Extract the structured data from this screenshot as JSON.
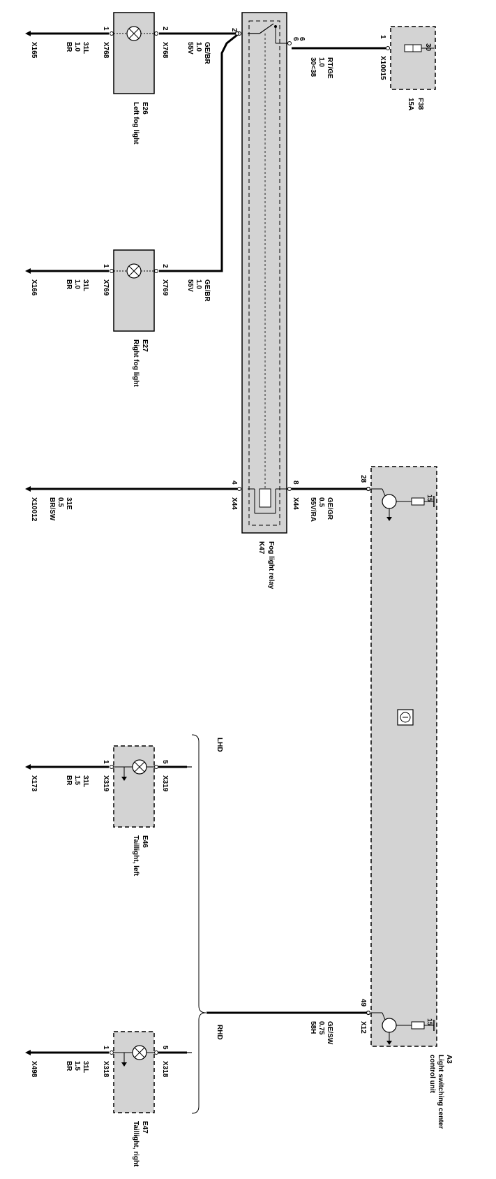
{
  "relay_k47": {
    "code": "K47",
    "name": "Fog light relay",
    "pin_2": "2",
    "pin_6": "6",
    "pin_4": "4",
    "pin_8": "8",
    "conn_upper": "X44",
    "conn_lower": "X44"
  },
  "fuse_f38": {
    "code": "F38",
    "rating": "15A",
    "terminal": "30",
    "pin": "1",
    "connector": "X10015"
  },
  "lamp_e26": {
    "code": "E26",
    "name": "Left fog light",
    "pin_1": "1",
    "pin_2": "2",
    "conn_pin1": "X768",
    "conn_pin2": "X768",
    "ground": "X165",
    "gnd_circuit": "31L",
    "gnd_size": "1.0",
    "gnd_color": "BR",
    "feed_circuit": "55V",
    "feed_size": "1.0",
    "feed_color": "GE/BR"
  },
  "lamp_e27": {
    "code": "E27",
    "name": "Right fog light",
    "pin_1": "1",
    "pin_2": "2",
    "conn_pin1": "X769",
    "conn_pin2": "X769",
    "ground": "X166",
    "gnd_circuit": "31L",
    "gnd_size": "1.0",
    "gnd_color": "BR",
    "feed_circuit": "55V",
    "feed_size": "1.0",
    "feed_color": "GE/BR"
  },
  "wire_fuse": {
    "circuit": "30<38",
    "size": "1.0",
    "color": "RT/GE"
  },
  "wire_relay_ground": {
    "circuit": "31E",
    "size": "0.5",
    "color": "BR/SW",
    "ground": "X10012"
  },
  "wire_relay_ctrl": {
    "circuit": "55V/RA",
    "size": "0.5",
    "color": "GE/GR"
  },
  "module_a3": {
    "code": "A3",
    "name_line1": "Light switching center",
    "name_line2": "control unit",
    "pin_28": "28",
    "pin_49": "49",
    "conn": "X12",
    "terminal_top": "15",
    "terminal_bottom": "15"
  },
  "wire_taillight": {
    "circuit": "58H",
    "size": "0.75",
    "color": "GE/SW"
  },
  "lamp_e46": {
    "code": "E46",
    "name": "Taillight, left",
    "pin_1": "1",
    "pin_5": "5",
    "conn_pin1": "X319",
    "conn_pin5": "X319",
    "ground": "X173",
    "gnd_circuit": "31L",
    "gnd_size": "1.5",
    "gnd_color": "BR"
  },
  "lamp_e47": {
    "code": "E47",
    "name": "Taillight, right",
    "pin_1": "1",
    "pin_5": "5",
    "conn_pin1": "X318",
    "conn_pin5": "X318",
    "ground": "X498",
    "gnd_circuit": "31L",
    "gnd_size": "1.5",
    "gnd_color": "BR"
  },
  "variants": {
    "lhd": "LHD",
    "rhd": "RHD"
  }
}
